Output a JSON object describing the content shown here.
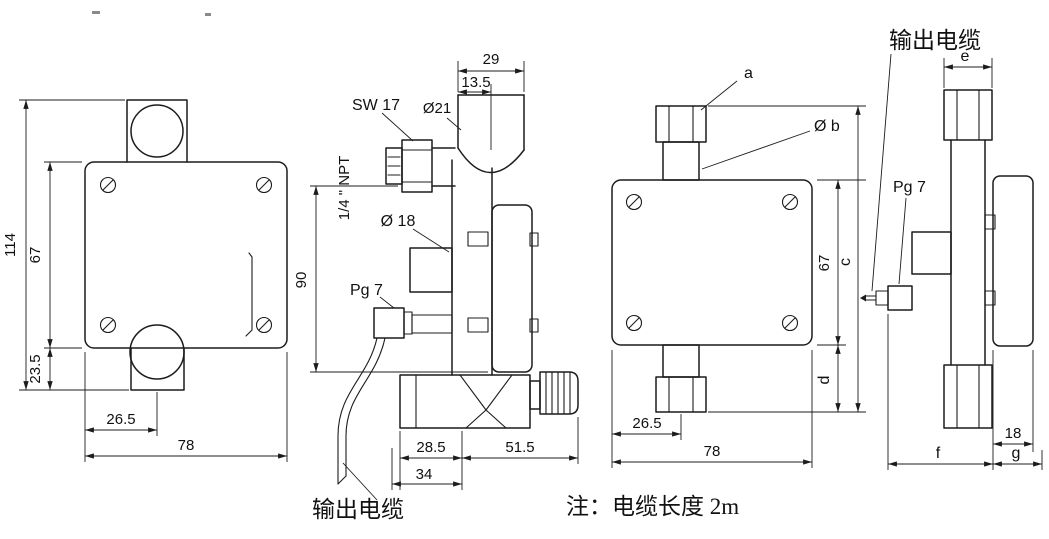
{
  "note": "注：电缆长度 2m",
  "cable_label_bottom": "输出电缆",
  "cable_label_top": "输出电缆",
  "view1": {
    "d114": "114",
    "d67": "67",
    "d235": "23.5",
    "d265": "26.5",
    "d78": "78"
  },
  "view2": {
    "d29": "29",
    "d135": "13.5",
    "dia21": "Ø21",
    "sw17": "SW 17",
    "npt": "1/4 \" NPT",
    "dia18": "Ø 18",
    "d90": "90",
    "pg7": "Pg 7",
    "d285": "28.5",
    "d34": "34",
    "d515": "51.5"
  },
  "view3": {
    "a": "a",
    "diab": "Ø b",
    "d67": "67",
    "c": "c",
    "d": "d",
    "d265": "26.5",
    "d78": "78"
  },
  "view4": {
    "e": "e",
    "pg7": "Pg 7",
    "d18": "18",
    "f": "f",
    "g": "g"
  }
}
